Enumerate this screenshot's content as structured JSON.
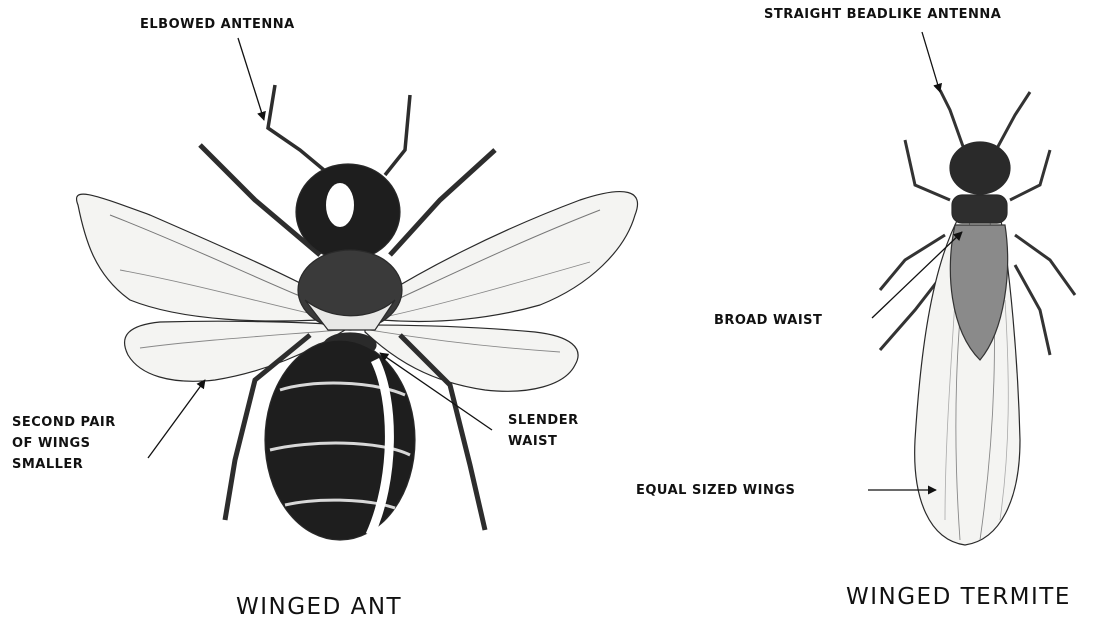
{
  "ant": {
    "caption": "WINGED ANT",
    "labels": {
      "elbowed_antenna": "ELBOWED ANTENNA",
      "slender_waist": [
        "SLENDER",
        "WAIST"
      ],
      "second_pair": [
        "SECOND PAIR",
        "OF WINGS",
        "SMALLER"
      ]
    }
  },
  "termite": {
    "caption": "WINGED TERMITE",
    "labels": {
      "straight_antenna": "STRAIGHT BEADLIKE ANTENNA",
      "broad_waist": "BROAD WAIST",
      "equal_wings": "EQUAL SIZED WINGS"
    }
  },
  "colors": {
    "ink": "#111111",
    "sketch": "#2a2a2a",
    "wing_fill": "#f4f4f2",
    "dark_fill": "#1e1e1e"
  }
}
